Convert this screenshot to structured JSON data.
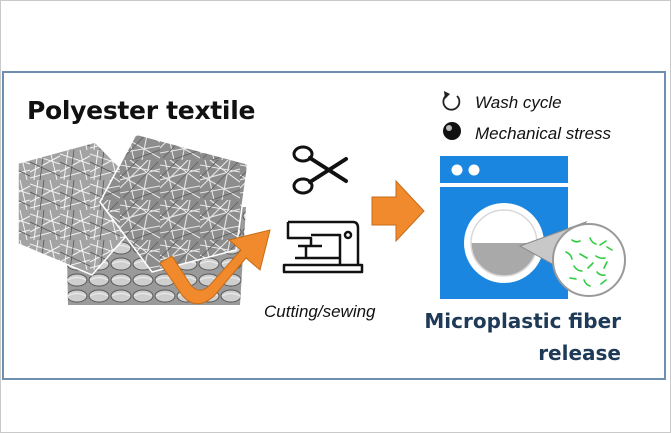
{
  "diagram": {
    "title": "Polyester textile",
    "process_label": "Cutting/sewing",
    "wash_cycle_label": "Wash cycle",
    "mechanical_stress_label": "Mechanical stress",
    "release_line1": "Microplastic fiber",
    "release_line2": "release"
  },
  "colors": {
    "panel_border": "#6f8fb0",
    "arrow_orange": "#f08a2c",
    "washer_blue": "#1a86e0",
    "fiber_green": "#2ecc40",
    "release_text": "#1f3a56"
  },
  "icons": [
    "scissors-icon",
    "sewing-machine-icon",
    "washing-machine-icon",
    "wash-cycle-icon",
    "mechanical-stress-icon",
    "magnifier-circle"
  ]
}
